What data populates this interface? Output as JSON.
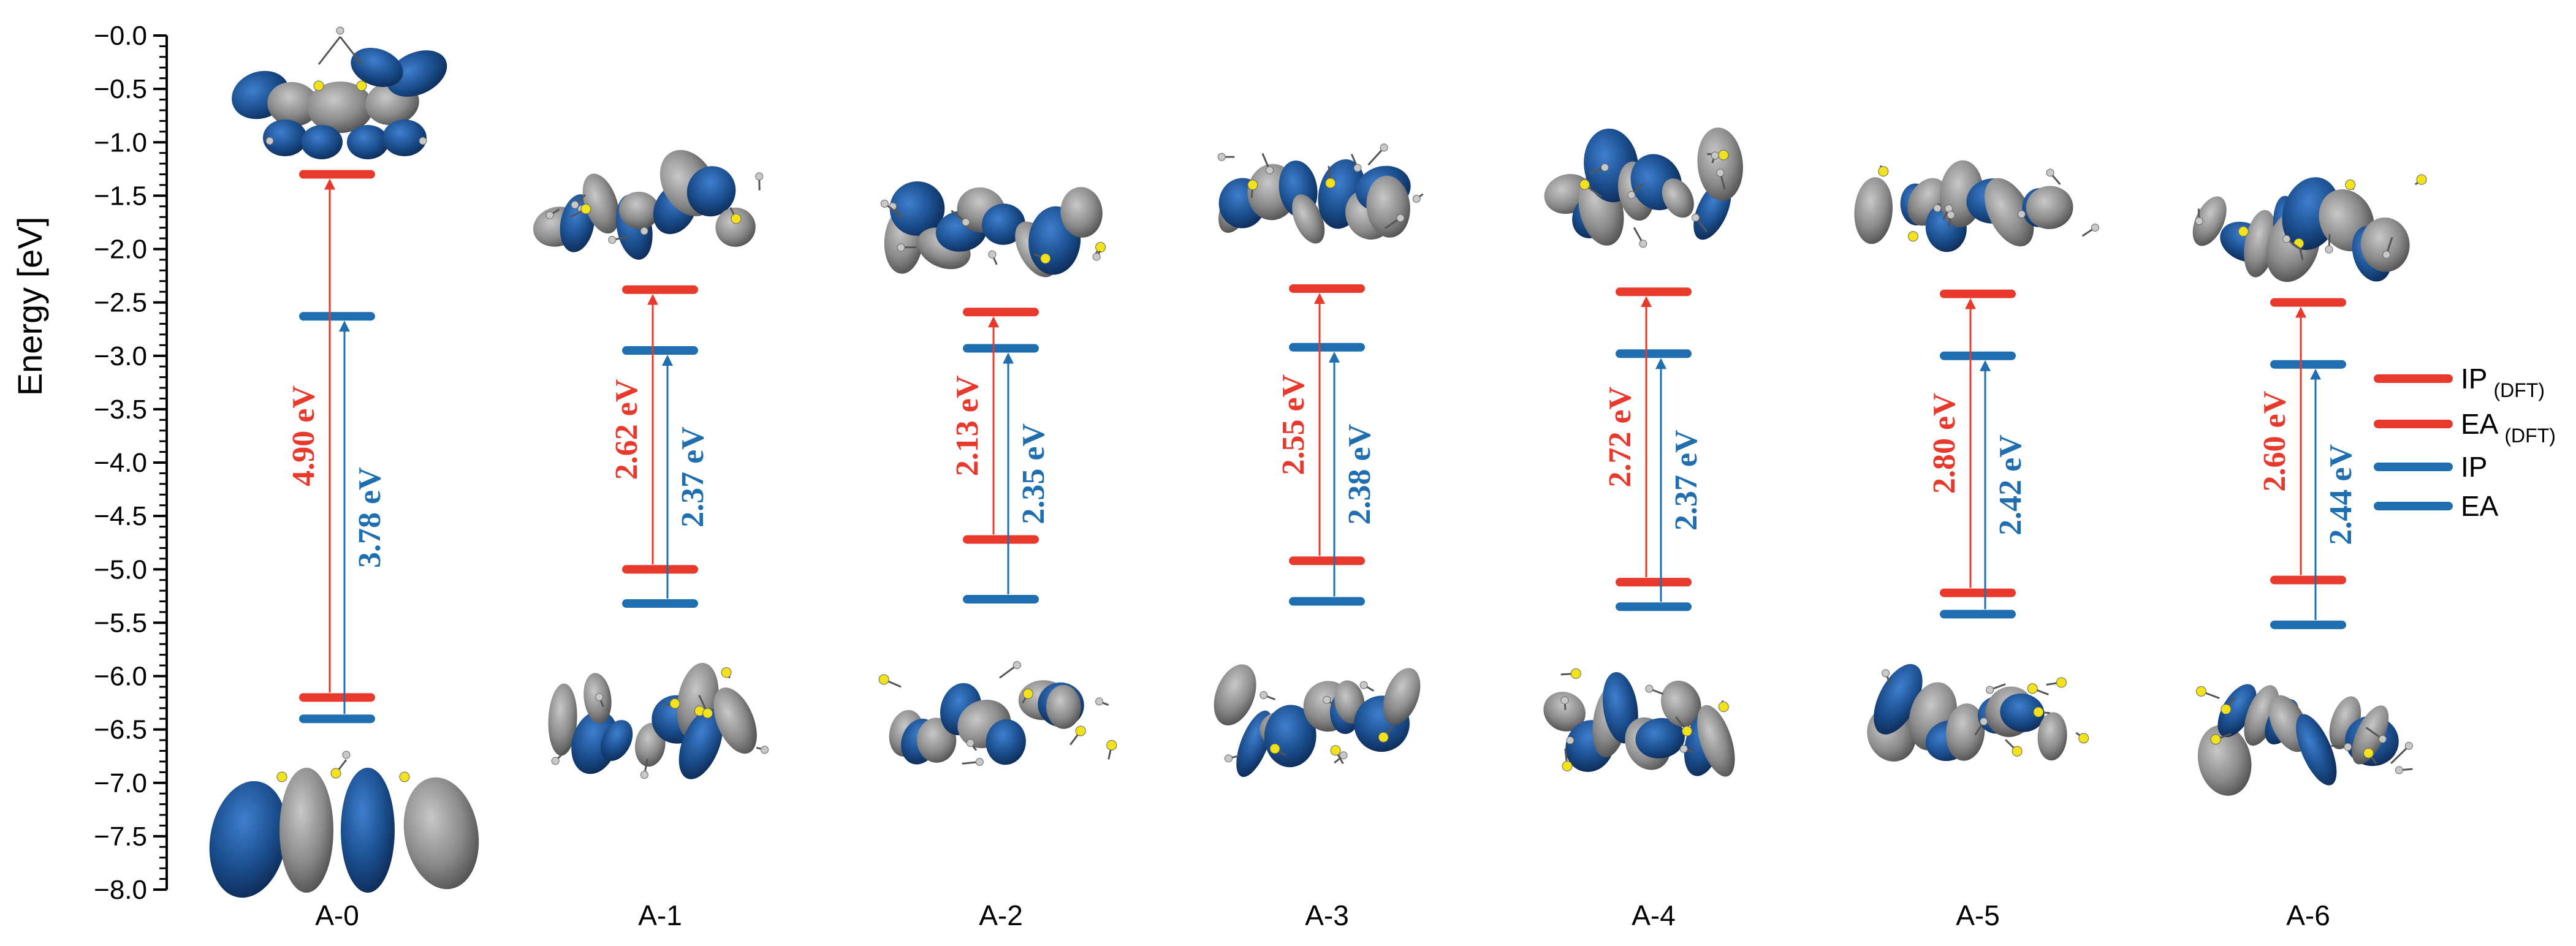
{
  "chart_data": {
    "type": "energy-level-diagram",
    "ylabel": "Energy [eV]",
    "ylim": [
      -8.0,
      0.0
    ],
    "y_ticks": [
      "−0.0",
      "−0.5",
      "−1.0",
      "−1.5",
      "−2.0",
      "−2.5",
      "−3.0",
      "−3.5",
      "−4.0",
      "−4.5",
      "−5.0",
      "−5.5",
      "−6.0",
      "−6.5",
      "−7.0",
      "−7.5",
      "−8.0"
    ],
    "categories": [
      "A-0",
      "A-1",
      "A-2",
      "A-3",
      "A-4",
      "A-5",
      "A-6"
    ],
    "series": [
      {
        "name": "IP",
        "sub": "(DFT)",
        "color": "#e8392c",
        "values": [
          -6.2,
          -5.0,
          -4.72,
          -4.92,
          -5.12,
          -5.22,
          -5.1
        ]
      },
      {
        "name": "EA",
        "sub": "(DFT)",
        "color": "#e8392c",
        "values": [
          -1.3,
          -2.38,
          -2.59,
          -2.37,
          -2.4,
          -2.42,
          -2.5
        ]
      },
      {
        "name": "IP",
        "sub": "",
        "color": "#1f6fb0",
        "values": [
          -6.4,
          -5.32,
          -5.28,
          -5.3,
          -5.35,
          -5.42,
          -5.52
        ]
      },
      {
        "name": "EA",
        "sub": "",
        "color": "#1f6fb0",
        "values": [
          -2.63,
          -2.95,
          -2.93,
          -2.92,
          -2.98,
          -3.0,
          -3.08
        ]
      }
    ],
    "gap_labels_dft": [
      "4.90 eV",
      "2.62 eV",
      "2.13 eV",
      "2.55 eV",
      "2.72 eV",
      "2.80 eV",
      "2.60 eV"
    ],
    "gap_labels": [
      "3.78 eV",
      "2.37 eV",
      "2.35 eV",
      "2.38 eV",
      "2.37 eV",
      "2.42 eV",
      "2.44 eV"
    ],
    "orbital_colors": {
      "lobe_a": "#1a4d8c",
      "lobe_b": "#8a8a8a"
    }
  }
}
